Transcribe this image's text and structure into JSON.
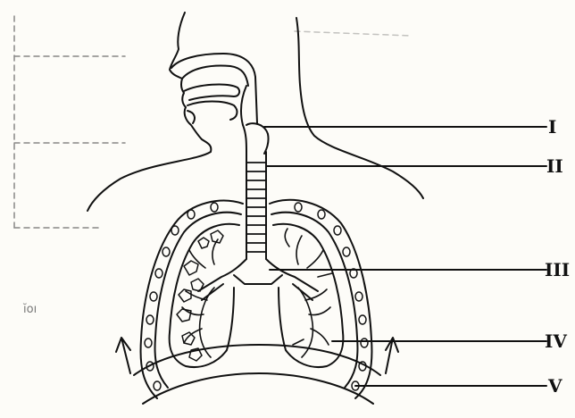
{
  "labels": {
    "I": "I",
    "II": "II",
    "III": "III",
    "IV": "IV",
    "V": "V"
  },
  "bleed_text": "ĭoı",
  "colors": {
    "ink": "#111111",
    "paper": "#fdfcf8",
    "faint": "#8a8a8a"
  }
}
